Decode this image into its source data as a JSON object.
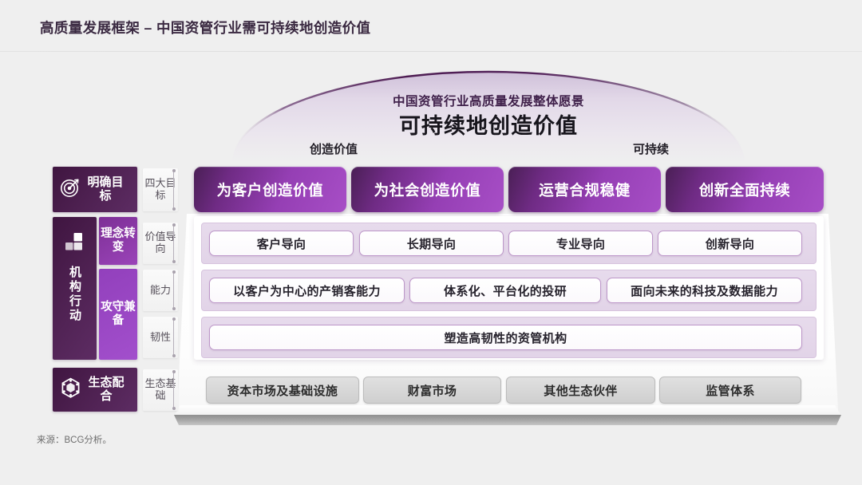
{
  "slide": {
    "title": "高质量发展框架 – 中国资管行业需可持续地创造价值",
    "source": "来源：BCG分析。"
  },
  "vision": {
    "subtitle": "中国资管行业高质量发展整体愿景",
    "headline": "可持续地创造价值",
    "left_label": "创造价值",
    "right_label": "可持续"
  },
  "side": {
    "goal_block": {
      "label": "明确目标",
      "icon": "target-icon"
    },
    "action_block": {
      "label": "机构行动",
      "icon": "blocks-icon",
      "sub": [
        {
          "label": "理念转变"
        },
        {
          "label": "攻守兼备"
        }
      ]
    },
    "eco_block": {
      "label": "生态配合",
      "icon": "hexagon-icon"
    },
    "measures": [
      "四大目标",
      "价值导向",
      "能力",
      "韧性",
      "生态基础"
    ]
  },
  "goals": [
    "为客户创造价值",
    "为社会创造价值",
    "运营合规稳健",
    "创新全面持续"
  ],
  "value_orientation": [
    "客户导向",
    "长期导向",
    "专业导向",
    "创新导向"
  ],
  "capabilities": [
    "以客户为中心的产销客能力",
    "体系化、平台化的投研",
    "面向未来的科技及数据能力"
  ],
  "resilience": [
    "塑造高韧性的资管机构"
  ],
  "ecosystem": [
    "资本市场及基础设施",
    "财富市场",
    "其他生态伙伴",
    "监管体系"
  ],
  "colors": {
    "background": "#efefef",
    "title": "#3b2a42",
    "dark_purple": "#4d2050",
    "mid_purple": "#9a44b8",
    "bright_purple": "#a24fcc",
    "goal_gradient_start": "#4a1f55",
    "goal_gradient_end": "#a74ec6",
    "band": "#e7dbec",
    "band_border": "#d7c4de",
    "white_box_border": "#bd97c9",
    "eco_box": "#d8d8d8"
  }
}
